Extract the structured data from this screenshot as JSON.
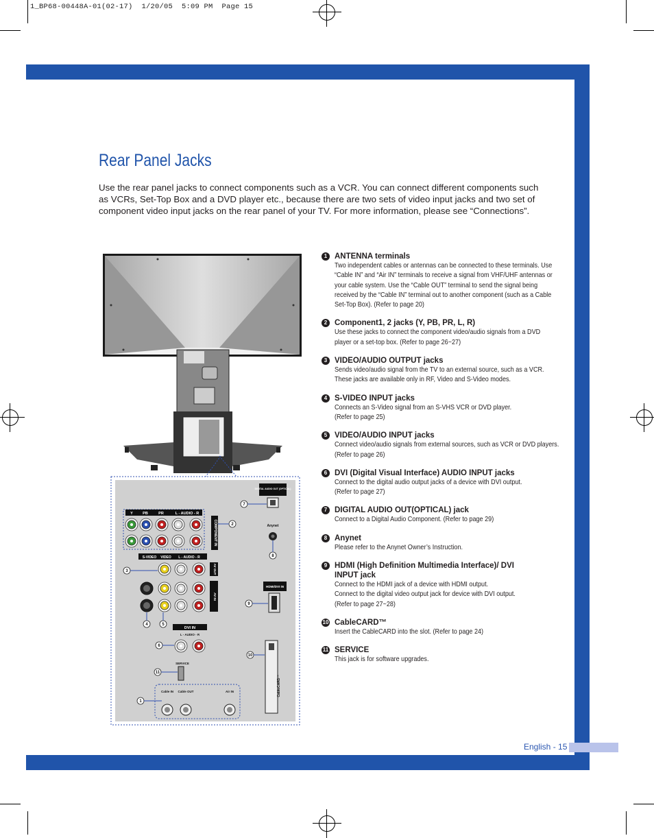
{
  "print_header": "1_BP68-00448A-01(02-17)  1/20/05  5:09 PM  Page 15",
  "page": {
    "title": "Rear Panel Jacks",
    "intro": "Use the rear panel jacks to connect components such as a VCR. You can connect different components such as VCRs, Set-Top Box and a DVD player etc., because there are two sets of video input jacks and two set of component video input jacks on the rear panel of your TV. For more information, please see “Connections”.",
    "footer": "English - 15"
  },
  "items": [
    {
      "num": "1",
      "title": "ANTENNA terminals",
      "desc": "Two independent cables or antennas can be connected to these terminals. Use\n“Cable IN” and “Air IN” terminals to receive a signal from VHF/UHF antennas or\nyour cable system. Use the “Cable OUT” terminal to send the signal being\nreceived by the “Cable IN” terminal out to another component (such as a Cable\nSet-Top Box). (Refer to page 20)"
    },
    {
      "num": "2",
      "title": "Component1, 2 jacks (Y, PB, PR, L, R)",
      "desc": "Use these jacks to connect the component video/audio signals from a DVD\nplayer or a set-top box. (Refer to page 26~27)"
    },
    {
      "num": "3",
      "title": "VIDEO/AUDIO OUTPUT jacks",
      "desc": "Sends video/audio signal from the TV to an external source, such as a VCR.\nThese jacks are available only in RF, Video and S-Video modes."
    },
    {
      "num": "4",
      "title": "S-VIDEO INPUT jacks",
      "desc": "Connects an S-Video signal from an S-VHS VCR or DVD player.\n(Refer to page 25)"
    },
    {
      "num": "5",
      "title": "VIDEO/AUDIO INPUT jacks",
      "desc": "Connect video/audio signals from external sources, such as VCR or DVD players.\n(Refer to page 26)"
    },
    {
      "num": "6",
      "title": "DVI (Digital Visual Interface) AUDIO INPUT jacks",
      "desc": "Connect to the digital audio output jacks of a device with DVI output.\n(Refer to page 27)"
    },
    {
      "num": "7",
      "title": "DIGITAL AUDIO OUT(OPTICAL) jack",
      "desc": "Connect to a Digital Audio Component. (Refer to page 29)"
    },
    {
      "num": "8",
      "title": "Anynet",
      "desc": "Please refer to the Anynet Owner’s Instruction."
    },
    {
      "num": "9",
      "title": "HDMI (High Definition Multimedia Interface)/ DVI\nINPUT jack",
      "desc": "Connect to the HDMI jack of a device with HDMI output.\nConnect to the digital video output jack for device with DVI output.\n(Refer to page 27~28)"
    },
    {
      "num": "10",
      "title": "CableCARD™",
      "desc": "Insert the CableCARD into the slot. (Refer to page 24)"
    },
    {
      "num": "11",
      "title": "SERVICE",
      "desc": "This jack is for software upgrades."
    }
  ],
  "diagram": {
    "labels": {
      "component_header": [
        "Y",
        "PB",
        "PR",
        "L - AUDIO - R"
      ],
      "component_side": "COMPONENT IN",
      "av_header": [
        "S-VIDEO",
        "VIDEO",
        "L - AUDIO - R"
      ],
      "av_out": "AV OUT",
      "av_in": "AV IN",
      "dvi_in": "DVI IN",
      "dvi_audio": "L - AUDIO - R",
      "service": "SERVICE",
      "optical": "DIGITAL AUDIO OUT (OPTICAL)",
      "anynet": "Anynet",
      "hdmi": "HDMI/DVI IN",
      "cablecard": "CableCARD™",
      "cable_in": "Cable IN",
      "cable_out": "Cable OUT",
      "air_in": "Air IN"
    },
    "callouts": [
      "1",
      "2",
      "3",
      "4",
      "5",
      "6",
      "7",
      "8",
      "9",
      "10",
      "11"
    ]
  }
}
